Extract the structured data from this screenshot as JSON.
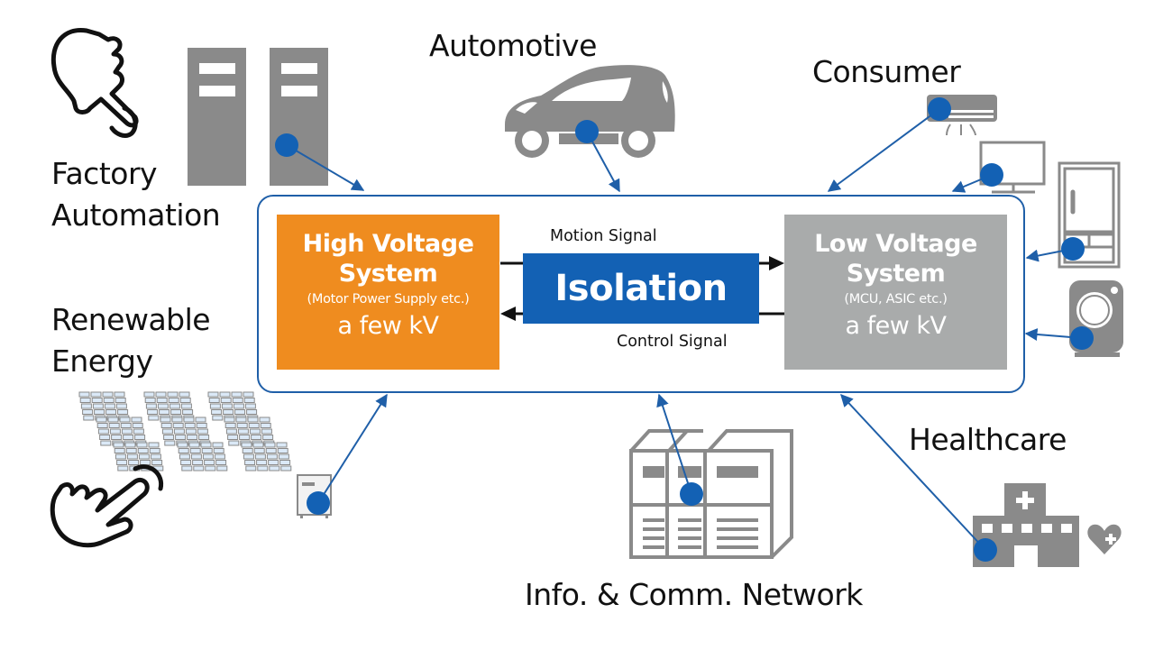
{
  "diagram": {
    "center": {
      "high_voltage": {
        "title_line1": "High Voltage",
        "title_line2": "System",
        "subtitle": "(Motor Power Supply etc.)",
        "voltage": "a few kV",
        "color": "#ef8c1f"
      },
      "isolation": {
        "label": "Isolation",
        "color": "#1361b4"
      },
      "low_voltage": {
        "title_line1": "Low Voltage",
        "title_line2": "System",
        "subtitle": "(MCU, ASIC etc.)",
        "voltage": "a few kV",
        "color": "#a9abab"
      },
      "signals": {
        "motion": "Motion Signal",
        "control": "Control Signal"
      }
    },
    "applications": {
      "factory_automation": {
        "line1": "Factory",
        "line2": "Automation"
      },
      "automotive": {
        "label": "Automotive"
      },
      "consumer": {
        "label": "Consumer"
      },
      "renewable_energy": {
        "line1": "Renewable",
        "line2": "Energy"
      },
      "info_comm_network": {
        "label": "Info. & Comm. Network"
      },
      "healthcare": {
        "label": "Healthcare"
      }
    },
    "colors": {
      "connector": "#1f5fa8",
      "node_dot": "#1361b4",
      "icon_gray": "#8a8a8a"
    }
  }
}
